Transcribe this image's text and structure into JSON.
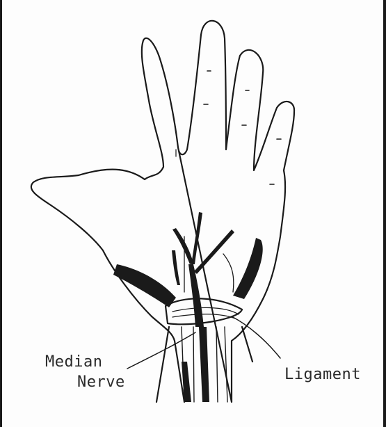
{
  "labels": {
    "median_line1": "Median",
    "median_line2": "Nerve",
    "ligament": "Ligament"
  },
  "colors": {
    "ink": "#1a1a1a",
    "paper": "#fdfdfd"
  }
}
